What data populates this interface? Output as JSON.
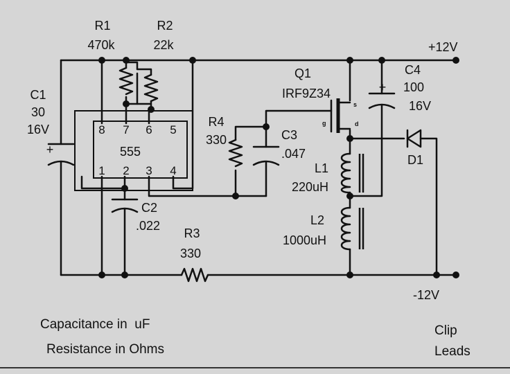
{
  "components": {
    "r1": {
      "ref": "R1",
      "value": "470k"
    },
    "r2": {
      "ref": "R2",
      "value": "22k"
    },
    "r3": {
      "ref": "R3",
      "value": "330"
    },
    "r4": {
      "ref": "R4",
      "value": "330"
    },
    "c1": {
      "ref": "C1",
      "value": "30",
      "voltage": "16V"
    },
    "c2": {
      "ref": "C2",
      "value": ".022"
    },
    "c3": {
      "ref": "C3",
      "value": ".047"
    },
    "c4": {
      "ref": "C4",
      "value": "100",
      "voltage": "16V"
    },
    "q1": {
      "ref": "Q1",
      "part": "IRF9Z34",
      "gate": "g",
      "source": "s",
      "drain": "d"
    },
    "l1": {
      "ref": "L1",
      "value": "220uH"
    },
    "l2": {
      "ref": "L2",
      "value": "1000uH"
    },
    "d1": {
      "ref": "D1"
    },
    "ic": {
      "part": "555",
      "pins_top": [
        "8",
        "7",
        "6",
        "5"
      ],
      "pins_bottom": [
        "1",
        "2",
        "3",
        "4"
      ]
    }
  },
  "rails": {
    "positive": "+12V",
    "negative": "-12V"
  },
  "polarity_mark": "+",
  "notes": {
    "capacitance": "Capacitance in  uF",
    "resistance": "Resistance in Ohms",
    "clip_line1": "Clip",
    "clip_line2": "Leads"
  }
}
